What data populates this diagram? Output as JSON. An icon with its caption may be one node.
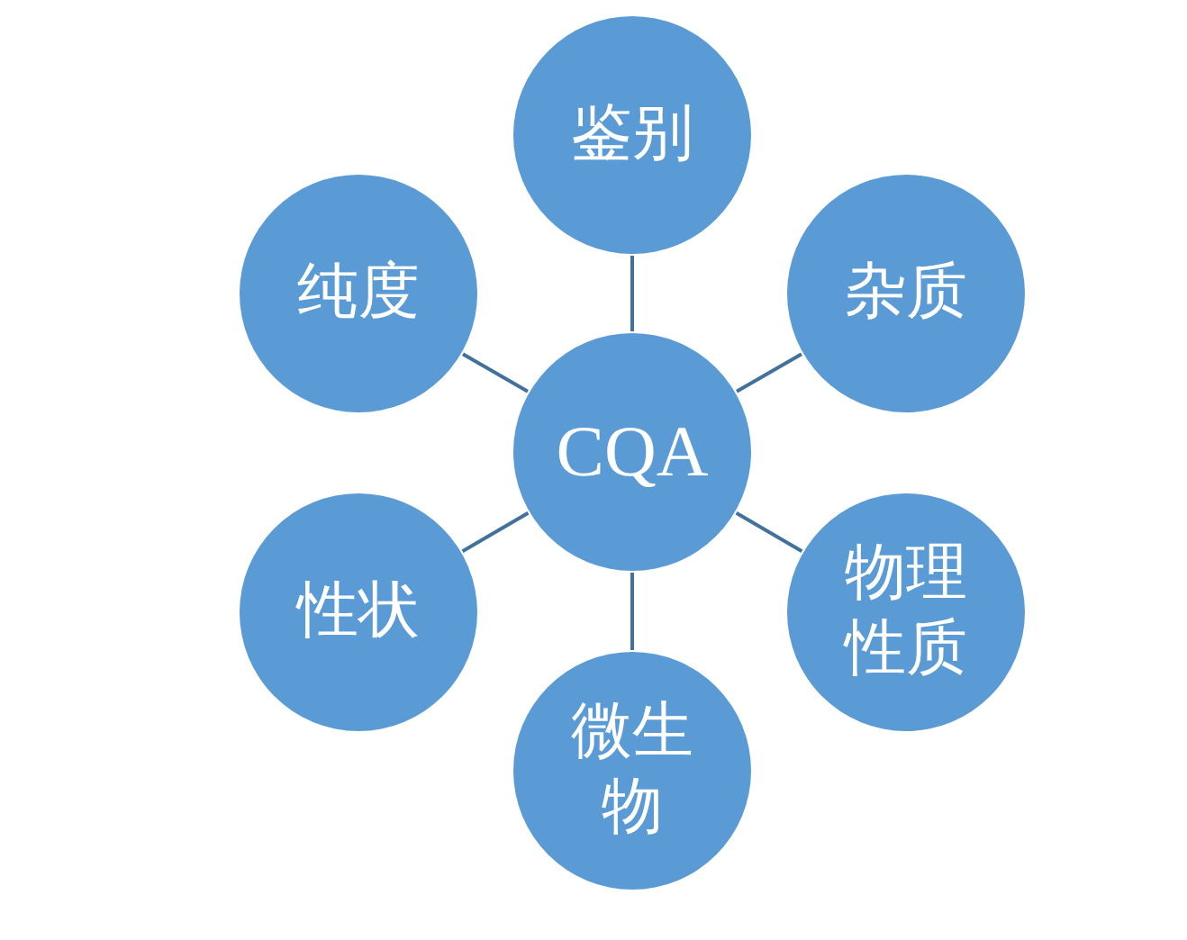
{
  "diagram": {
    "nodes": [
      {
        "text": [
          "鉴别"
        ]
      },
      {
        "text": [
          "纯度"
        ]
      },
      {
        "text": [
          "杂质"
        ]
      },
      {
        "text": [
          "CQA"
        ]
      },
      {
        "text": [
          "性状"
        ]
      },
      {
        "text": [
          "物理性质"
        ]
      },
      {
        "text": [
          "微生物"
        ]
      }
    ],
    "edges": [
      {
        "from": 3,
        "to": 0,
        "arrow": "none"
      },
      {
        "from": 3,
        "to": 1,
        "arrow": "none"
      },
      {
        "from": 3,
        "to": 2,
        "arrow": "none"
      },
      {
        "from": 3,
        "to": 4,
        "arrow": "none"
      },
      {
        "from": 3,
        "to": 5,
        "arrow": "none"
      },
      {
        "from": 3,
        "to": 6,
        "arrow": "none"
      }
    ]
  }
}
